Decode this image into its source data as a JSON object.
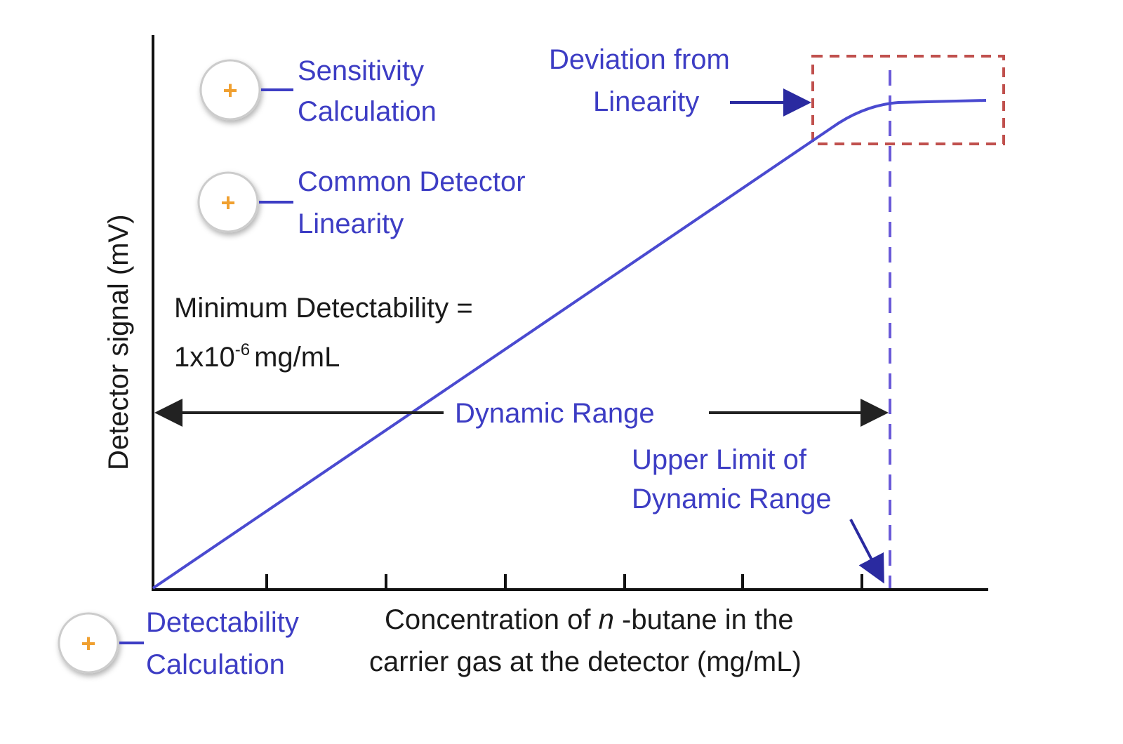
{
  "colors": {
    "accent": "#3d3dc4",
    "curve": "#4a4ad0",
    "box": "#c0504d",
    "hotspot_plus": "#f0a030"
  },
  "y_axis_label": "Detector signal (mV)",
  "x_axis_label": {
    "line1_pre": "Concentration of ",
    "line1_italic": "n",
    "line1_post": " -butane in the",
    "line2": "carrier gas at the detector (mg/mL)"
  },
  "hotspots": [
    {
      "line1": "Sensitivity",
      "line2": "Calculation",
      "icon": "plus-icon"
    },
    {
      "line1": "Common Detector",
      "line2": "Linearity",
      "icon": "plus-icon"
    },
    {
      "line1": "Detectability",
      "line2": "Calculation",
      "icon": "plus-icon"
    }
  ],
  "deviation": {
    "line1": "Deviation from",
    "line2": "Linearity"
  },
  "min_detectability": {
    "line1": "Minimum Detectability =",
    "base": "1x10",
    "exp": "-6",
    "unit": "mg/mL"
  },
  "dynamic_range": "Dynamic Range",
  "upper_limit": {
    "line1": "Upper Limit of",
    "line2": "Dynamic Range"
  }
}
